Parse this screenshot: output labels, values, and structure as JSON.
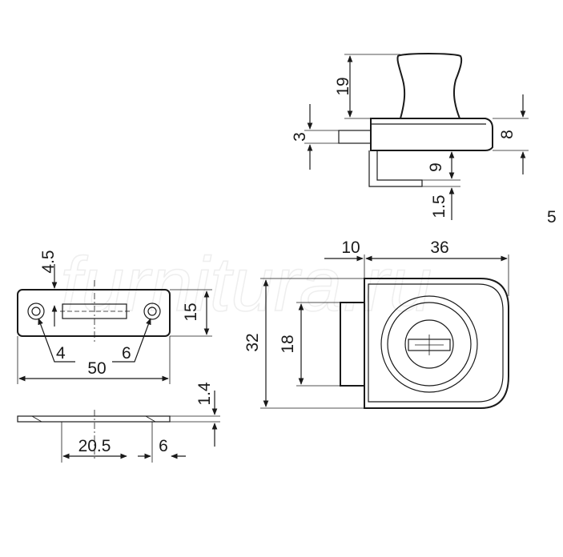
{
  "watermark": "furnitura.ru",
  "side_view_dims": {
    "knob_height": "19",
    "pin": "3",
    "base": "8",
    "hook_gap": "9",
    "hook_thickness": "1.5"
  },
  "side_note": "5",
  "strike_plate": {
    "top_offset": "4.5",
    "height": "15",
    "hole_small": "4",
    "hole_large": "6",
    "length": "50"
  },
  "plate_profile": {
    "thickness": "1.4",
    "center_offset": "20.5",
    "edge": "6"
  },
  "lock_front": {
    "tongue": "10",
    "width": "36",
    "height": "32",
    "inner": "18"
  }
}
